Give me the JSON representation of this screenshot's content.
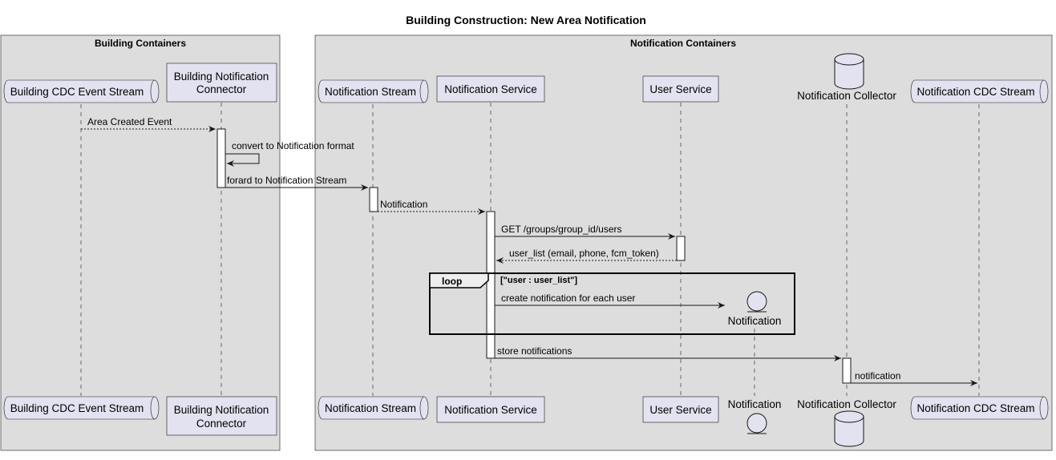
{
  "diagram": {
    "title": "Building Construction: New Area Notification",
    "boxes": {
      "building": "Building Containers",
      "notification": "Notification Containers"
    },
    "participants": {
      "cdc": {
        "line1": "Building CDC Event Stream",
        "kind": "queue"
      },
      "connector": {
        "line1": "Building Notification",
        "line2": "Connector",
        "kind": "participant"
      },
      "stream": {
        "line1": "Notification Stream",
        "kind": "queue"
      },
      "service": {
        "line1": "Notification Service",
        "kind": "participant"
      },
      "user": {
        "line1": "User Service",
        "kind": "participant"
      },
      "entity": {
        "line1": "Notification",
        "kind": "entity"
      },
      "collector": {
        "line1": "Notification Collector",
        "kind": "database"
      },
      "ncdc": {
        "line1": "Notification CDC Stream",
        "kind": "queue"
      }
    },
    "messages": {
      "m1": "Area Created Event",
      "m2": "convert to Notification format",
      "m3": "forard to Notification Stream",
      "m4": "Notification",
      "m5": "GET /groups/group_id/users",
      "m6": "user_list (email, phone, fcm_token)",
      "m7": "create notification for each user",
      "m8": "store notifications",
      "m9": "notification"
    },
    "loop": {
      "keyword": "loop",
      "condition": "[\"user : user_list\"]"
    }
  }
}
